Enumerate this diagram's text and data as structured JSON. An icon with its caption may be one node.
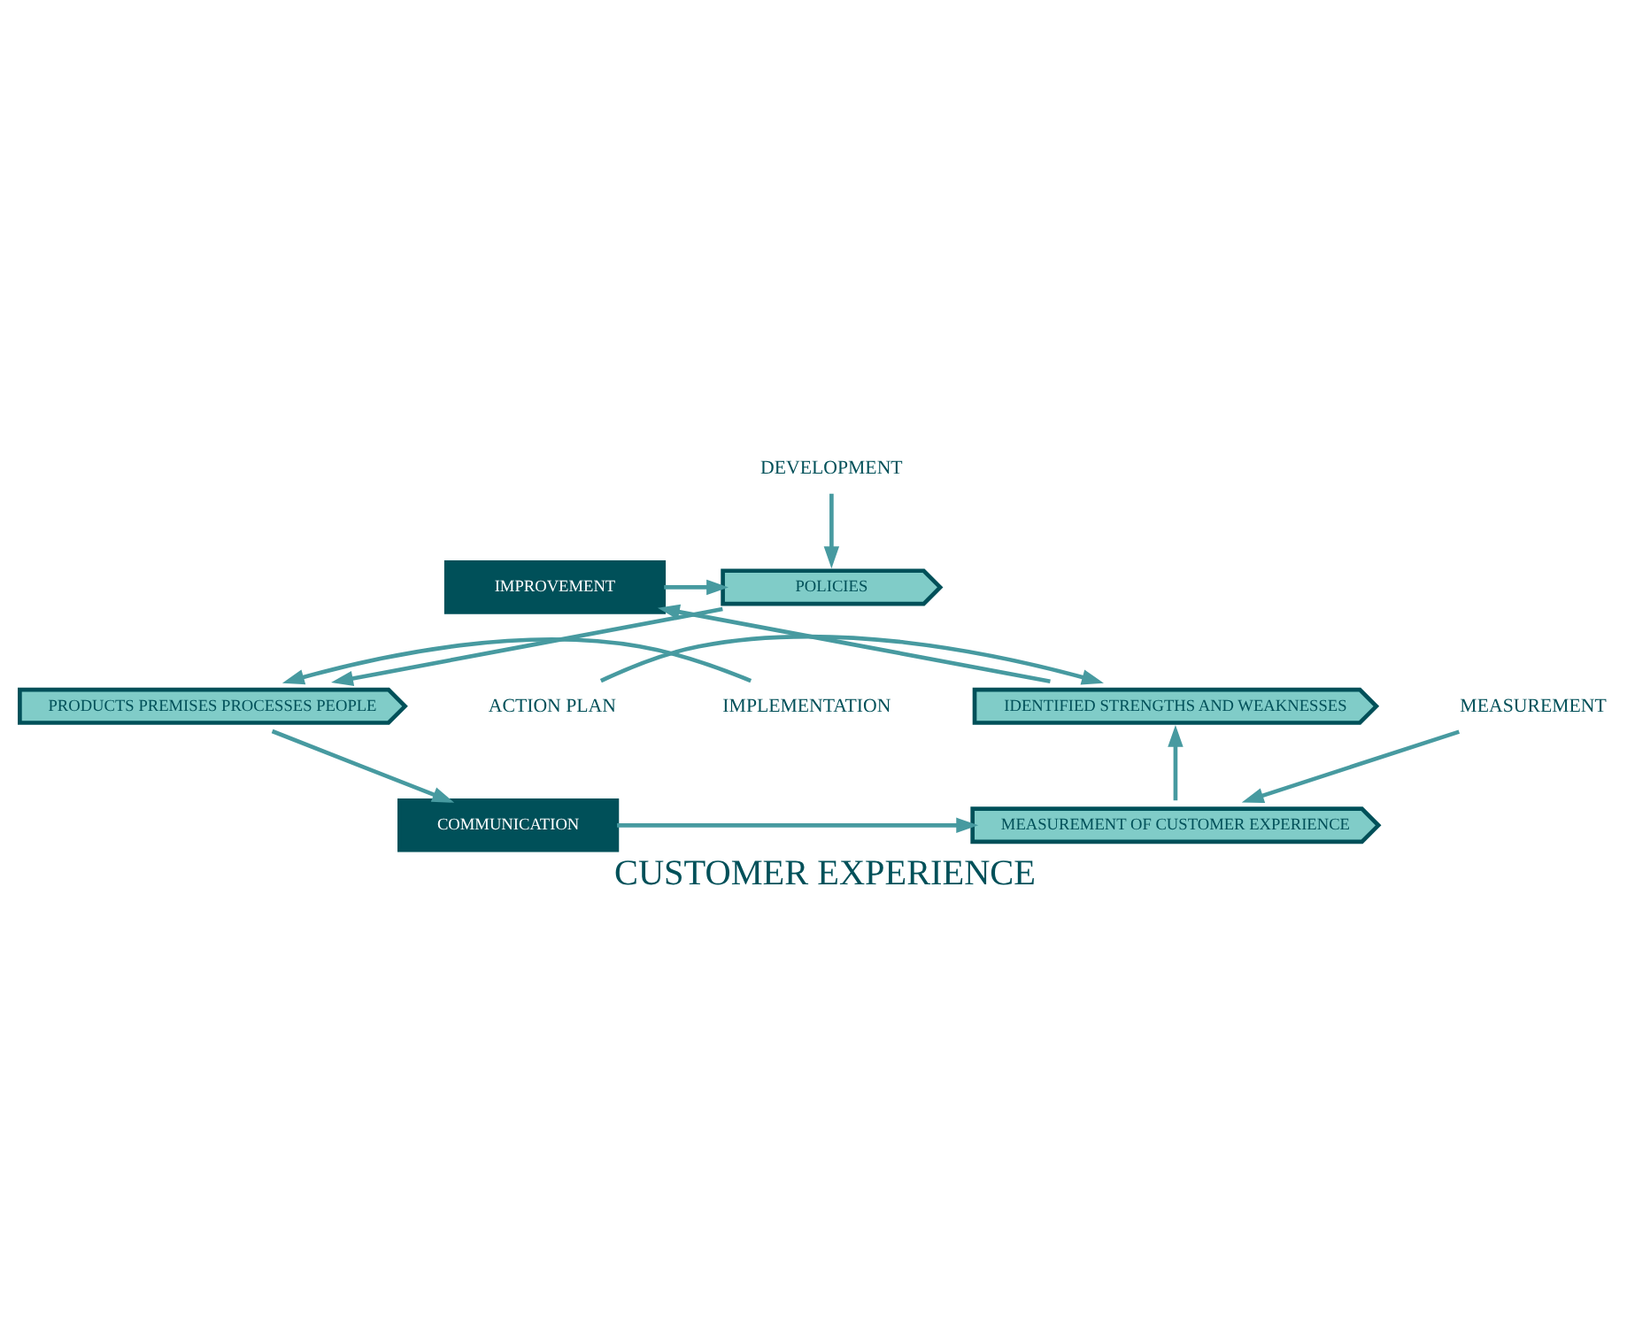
{
  "diagram": {
    "title": "CUSTOMER EXPERIENCE",
    "nodes": [
      {
        "text": [
          "IMPROVEMENT"
        ]
      },
      {
        "text": [
          "POLICIES"
        ]
      },
      {
        "text": [
          "PRODUCTS PREMISES PROCESSES PEOPLE"
        ]
      },
      {
        "text": [
          "COMMUNICATION"
        ]
      },
      {
        "text": [
          "MEASUREMENT OF CUSTOMER EXPERIENCE"
        ]
      },
      {
        "text": [
          "IDENTIFIED STRENGTHS AND WEAKNESSES"
        ]
      },
      {
        "text": [
          "DEVELOPMENT"
        ]
      },
      {
        "text": [
          "IMPLEMENTATION"
        ]
      },
      {
        "text": [
          "MEASUREMENT"
        ]
      },
      {
        "text": [
          "ACTION PLAN"
        ]
      }
    ],
    "edges": [
      {
        "from": 0,
        "to": 1,
        "arrow": "to"
      },
      {
        "from": 1,
        "to": 2,
        "arrow": "to"
      },
      {
        "from": 2,
        "to": 3,
        "arrow": "to"
      },
      {
        "from": 3,
        "to": 4,
        "arrow": "to"
      },
      {
        "from": 4,
        "to": 5,
        "arrow": "to"
      },
      {
        "from": 5,
        "to": 0,
        "arrow": "to"
      },
      {
        "from": 6,
        "to": 1,
        "arrow": "to"
      },
      {
        "from": 7,
        "to": 2,
        "arrow": "to"
      },
      {
        "from": 8,
        "to": 4,
        "arrow": "to"
      },
      {
        "from": 9,
        "to": 5,
        "arrow": "to"
      }
    ]
  }
}
